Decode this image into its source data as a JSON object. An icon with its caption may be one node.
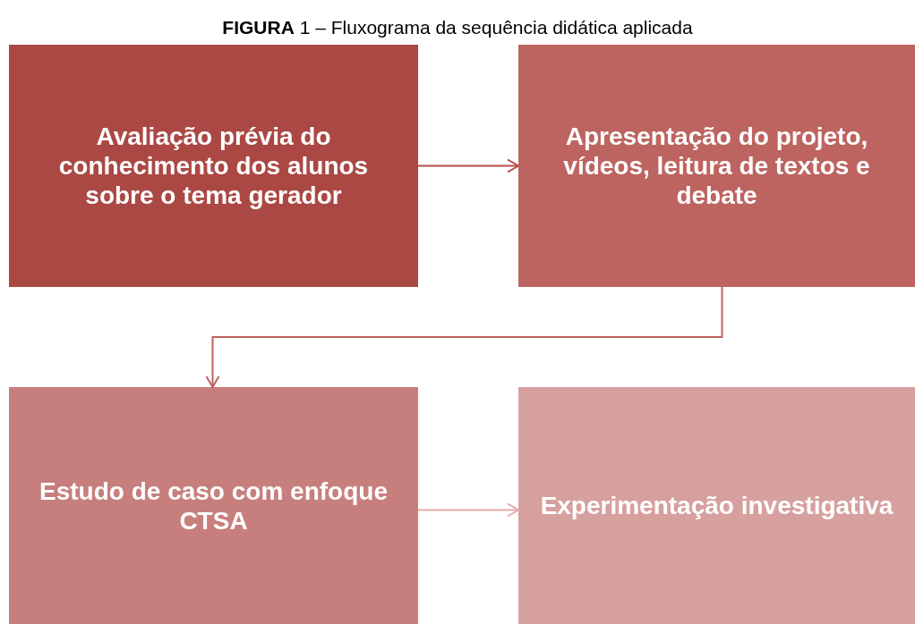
{
  "diagram": {
    "title": "**FIGURA** 1 – Fluxograma da sequência didática aplicada",
    "nodes": [
      {
        "text": [
          "Avaliação prévia do conhecimento dos alunos sobre o tema gerador"
        ]
      },
      {
        "text": [
          "Apresentação do projeto, vídeos, leitura de textos e debate"
        ]
      },
      {
        "text": [
          "Estudo de caso com enfoque CTSA"
        ]
      },
      {
        "text": [
          "Experimentação investigativa"
        ]
      }
    ],
    "edges": [
      {
        "from": 0,
        "to": 1,
        "arrow": "to",
        "color": "#b54d49"
      },
      {
        "from": 1,
        "to": 2,
        "arrow": "to",
        "color": "#c0625e"
      },
      {
        "from": 2,
        "to": 3,
        "arrow": "to",
        "color": "#e3a9a7"
      }
    ]
  }
}
